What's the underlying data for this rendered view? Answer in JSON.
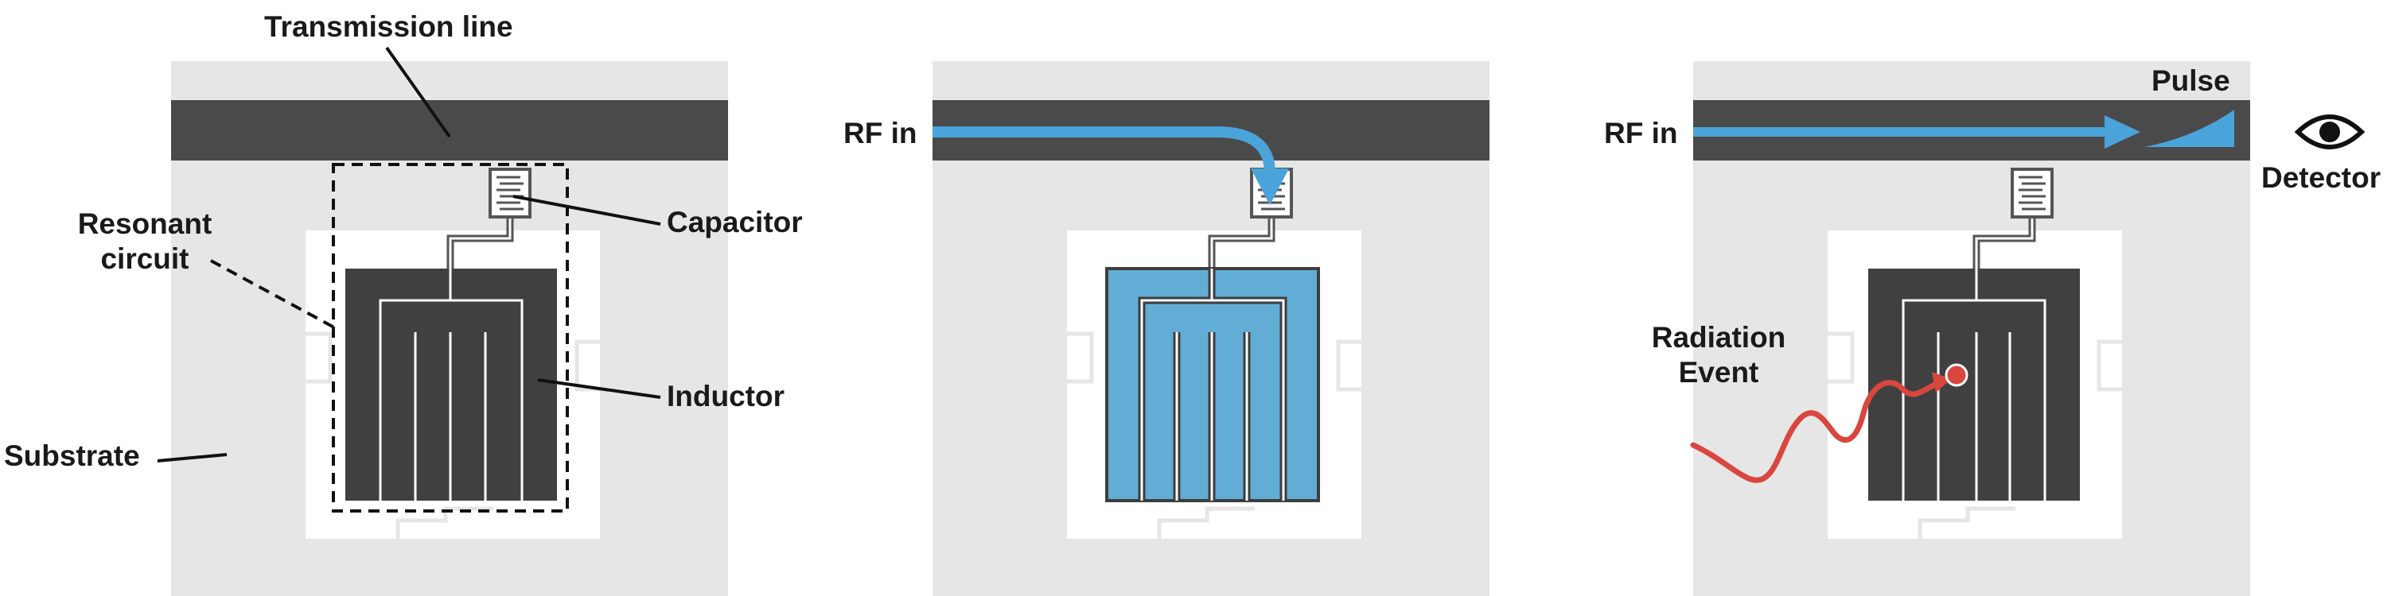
{
  "labels": {
    "transmission_line": "Transmission line",
    "resonant_circuit_line1": "Resonant",
    "resonant_circuit_line2": "circuit",
    "capacitor": "Capacitor",
    "inductor": "Inductor",
    "substrate": "Substrate",
    "rf_in_middle": "RF in",
    "rf_in_right": "RF in",
    "pulse": "Pulse",
    "detector": "Detector",
    "radiation_line1": "Radiation",
    "radiation_line2": "Event"
  },
  "colors": {
    "substrate": "#e6e6e6",
    "transmission_line": "#4a4a4a",
    "inductor": "#404040",
    "inductor_excited": "#62add6",
    "rf_signal": "#4aa3d9",
    "radiation": "#d9463e",
    "outline": "#555555"
  }
}
